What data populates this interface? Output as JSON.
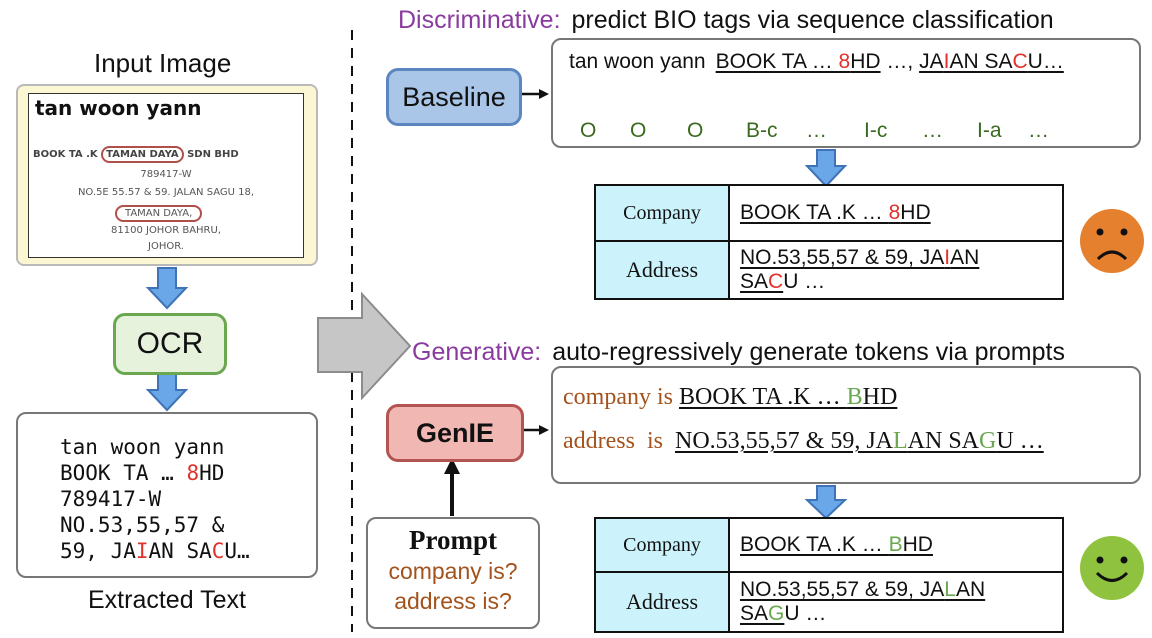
{
  "input_panel": {
    "title": "Input Image",
    "receipt": {
      "name": "tan woon yann",
      "line1_a": "BOOK TA .K",
      "line1_b": "TAMAN DAYA",
      "line1_c": "SDN BHD",
      "line2": "789417-W",
      "line3": "NO.5Ε 55.57 & 59. JALAN SAGU 18,",
      "line4": "TAMAN DAYA,",
      "line5": "81100 JOHOR BAHRU,",
      "line6": "JOHOR."
    }
  },
  "ocr": {
    "label": "OCR"
  },
  "extracted": {
    "caption": "Extracted Text",
    "line1": "tan woon yann",
    "line2_a": "BOOK TA … ",
    "line2_b": "8",
    "line2_c": "HD",
    "line3": "789417-W",
    "line4": "NO.53,55,57 &",
    "line5_a": "59, JA",
    "line5_b": "I",
    "line5_c": "AN SA",
    "line5_d": "C",
    "line5_e": "U…"
  },
  "discriminative": {
    "heading_label": "Discriminative:",
    "heading_text": "predict BIO tags via sequence classification",
    "model": "Baseline",
    "tokens": {
      "t1": "tan woon yann",
      "t2_a": "BOOK TA … ",
      "t2_b": "8",
      "t2_c": "HD",
      "t3": " …, ",
      "t4_a": "JA",
      "t4_b": "I",
      "t4_c": "AN SA",
      "t4_d": "C",
      "t4_e": "U…"
    },
    "tags": [
      "O",
      "O",
      "O",
      "B-c",
      "…",
      "I-c",
      "…",
      "I-a",
      "…"
    ],
    "result": {
      "company_key": "Company",
      "company_a": "BOOK TA .K … ",
      "company_b": "8",
      "company_c": "HD",
      "address_key": "Address",
      "address_a": "NO.53,55,57 & 59, JA",
      "address_b": "I",
      "address_c": "AN",
      "address_d": "SA",
      "address_e": "C",
      "address_f": "U …"
    },
    "face_color": "#e5802f"
  },
  "generative": {
    "heading_label": "Generative:",
    "heading_text": "auto-regressively generate tokens via prompts",
    "model": "GenIE",
    "output": {
      "company_prefix": "company is",
      "company_a": "BOOK TA .K … ",
      "company_b": "B",
      "company_c": "HD",
      "address_prefix": "address  is",
      "address_a": "NO.53,55,57 & 59, JA",
      "address_b": "L",
      "address_c": "AN SA",
      "address_d": "G",
      "address_e": "U …"
    },
    "prompt": {
      "title": "Prompt",
      "q1": "company is?",
      "q2": "address is?"
    },
    "result": {
      "company_key": "Company",
      "company_a": "BOOK TA .K … ",
      "company_b": "B",
      "company_c": "HD",
      "address_key": "Address",
      "address_a": "NO.53,55,57 & 59, JA",
      "address_b": "L",
      "address_c": "AN",
      "address_d": "SA",
      "address_e": "G",
      "address_f": "U …"
    },
    "face_color": "#8fc33f"
  },
  "colors": {
    "heading_purple": "#8a3ba0",
    "tag_green": "#3a6a1f",
    "arrow_blue": "#4f7fbf",
    "arrow_fill": "#6aa7e8",
    "prompt_brown": "#a4521c",
    "error_red": "#e0312b",
    "correct_green": "#6aa84f"
  }
}
